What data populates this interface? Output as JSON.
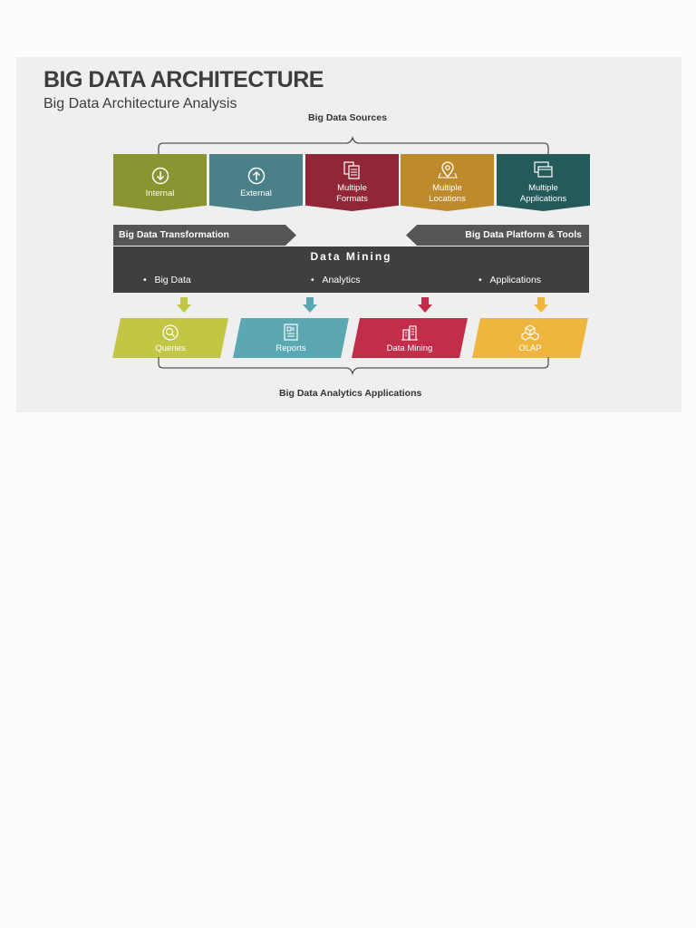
{
  "title": "BIG DATA ARCHITECTURE",
  "subtitle": "Big Data Architecture Analysis",
  "sources_label": "Big Data Sources",
  "sources": [
    {
      "label": "Internal",
      "color": "#8a9431",
      "icon": "arrow-down-circle-icon"
    },
    {
      "label": "External",
      "color": "#4a8188",
      "icon": "arrow-up-circle-icon"
    },
    {
      "label": "Multiple\nFormats",
      "color": "#902638",
      "icon": "documents-icon"
    },
    {
      "label": "Multiple\nLocations",
      "color": "#bd8a2c",
      "icon": "location-pins-icon"
    },
    {
      "label": "Multiple\nApplications",
      "color": "#245a5a",
      "icon": "app-windows-icon"
    }
  ],
  "transformation_label": "Big Data Transformation",
  "platform_label": "Big Data Platform & Tools",
  "mining": {
    "title": "Data Mining",
    "items": [
      "Big Data",
      "Analytics",
      "Applications"
    ]
  },
  "applications": [
    {
      "label": "Queries",
      "color": "#c1c745",
      "icon": "query-icon"
    },
    {
      "label": "Reports",
      "color": "#5ba8b3",
      "icon": "report-icon"
    },
    {
      "label": "Data Mining",
      "color": "#c22e4a",
      "icon": "buildings-icon"
    },
    {
      "label": "OLAP",
      "color": "#efb63f",
      "icon": "cubes-icon"
    }
  ],
  "analytics_label": "Big Data Analytics Applications"
}
